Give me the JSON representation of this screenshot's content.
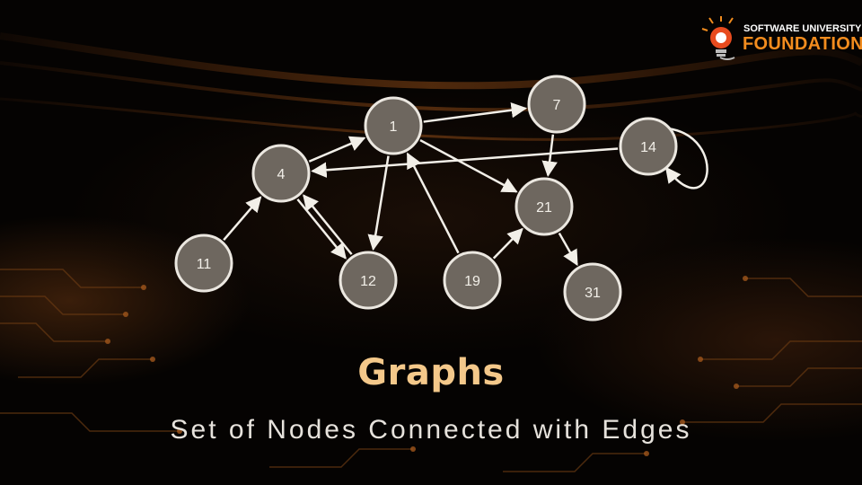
{
  "slide": {
    "title": "Graphs",
    "subtitle": "Set of Nodes Connected with Edges"
  },
  "logo": {
    "line1": "SOFTWARE UNIVERSITY",
    "line2": "FOUNDATION",
    "icon": "lightbulb-icon"
  },
  "colors": {
    "node_fill": "#6e675f",
    "node_stroke": "#ebe7e0",
    "edge": "#f2efe8",
    "title": "#f4c88a",
    "logo_accent": "#f28c1e"
  },
  "graph": {
    "nodes": [
      {
        "id": "n7",
        "label": "7"
      },
      {
        "id": "n1",
        "label": "1"
      },
      {
        "id": "n14",
        "label": "14"
      },
      {
        "id": "n4",
        "label": "4"
      },
      {
        "id": "n21",
        "label": "21"
      },
      {
        "id": "n11",
        "label": "11"
      },
      {
        "id": "n12",
        "label": "12"
      },
      {
        "id": "n19",
        "label": "19"
      },
      {
        "id": "n31",
        "label": "31"
      }
    ],
    "edges": [
      {
        "from": "n1",
        "to": "n7"
      },
      {
        "from": "n4",
        "to": "n1"
      },
      {
        "from": "n11",
        "to": "n4"
      },
      {
        "from": "n4",
        "to": "n12"
      },
      {
        "from": "n12",
        "to": "n4"
      },
      {
        "from": "n1",
        "to": "n12"
      },
      {
        "from": "n19",
        "to": "n1"
      },
      {
        "from": "n1",
        "to": "n21"
      },
      {
        "from": "n7",
        "to": "n21"
      },
      {
        "from": "n14",
        "to": "n4"
      },
      {
        "from": "n19",
        "to": "n21"
      },
      {
        "from": "n21",
        "to": "n31"
      },
      {
        "from": "n14",
        "to": "n14"
      }
    ]
  }
}
